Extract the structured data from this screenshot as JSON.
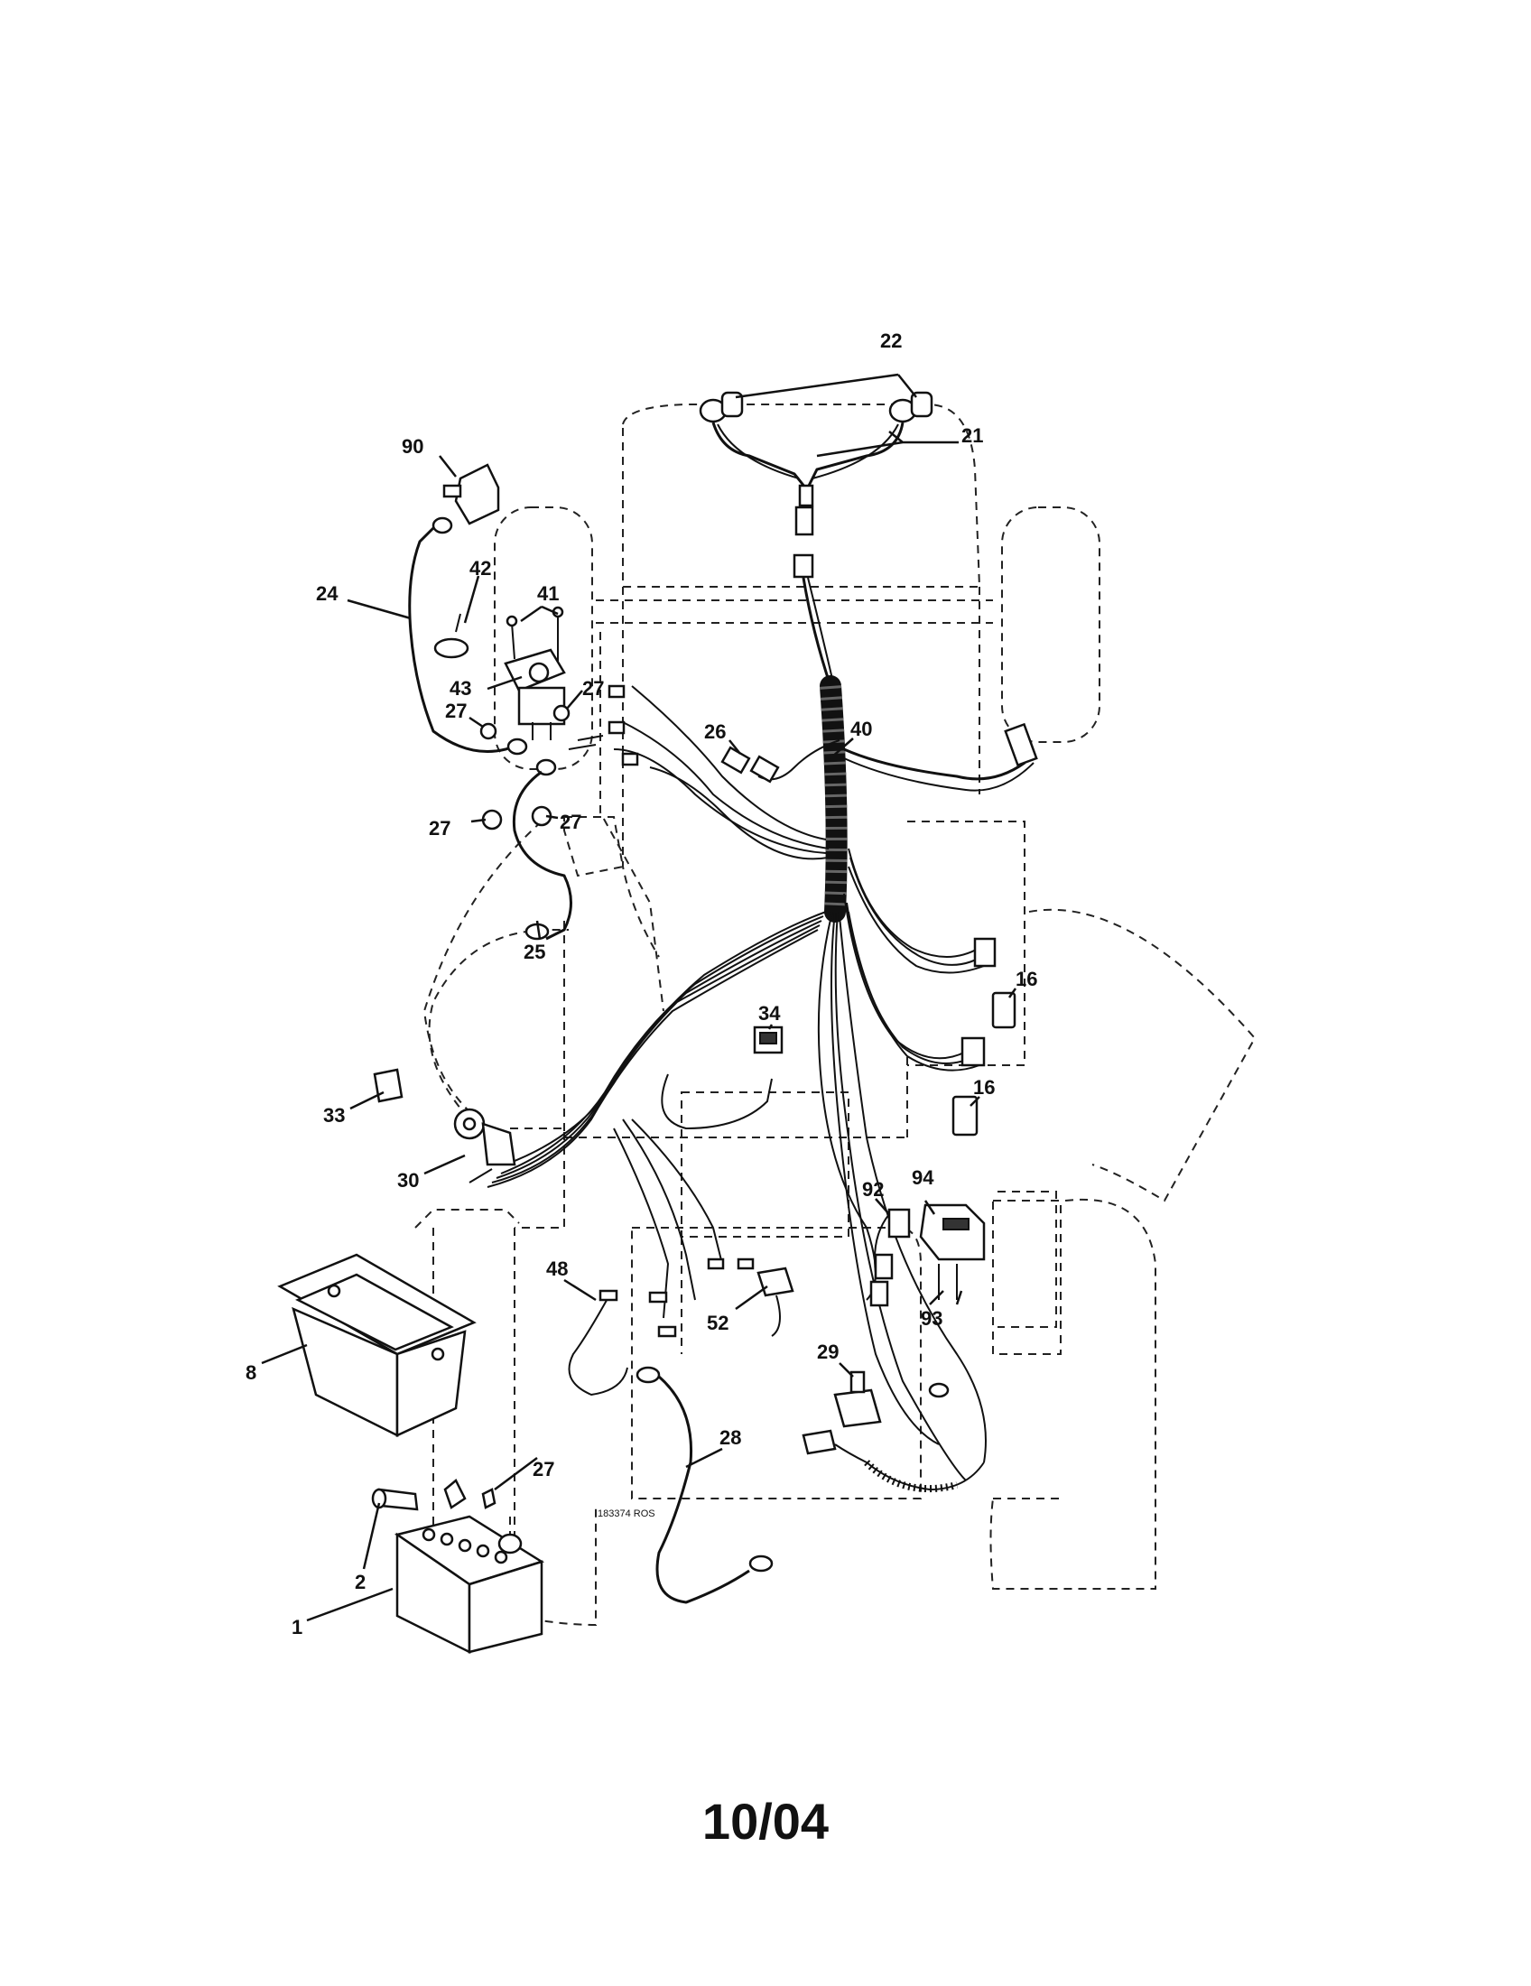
{
  "drawing_number": "183374 ROS",
  "date_code": "10/04",
  "callouts": [
    {
      "id": "c22",
      "label": "22"
    },
    {
      "id": "c21",
      "label": "21"
    },
    {
      "id": "c90",
      "label": "90"
    },
    {
      "id": "c24",
      "label": "24"
    },
    {
      "id": "c42",
      "label": "42"
    },
    {
      "id": "c41",
      "label": "41"
    },
    {
      "id": "c43",
      "label": "43"
    },
    {
      "id": "c27a",
      "label": "27"
    },
    {
      "id": "c27b",
      "label": "27"
    },
    {
      "id": "c27c",
      "label": "27"
    },
    {
      "id": "c27d",
      "label": "27"
    },
    {
      "id": "c27e",
      "label": "27"
    },
    {
      "id": "c26",
      "label": "26"
    },
    {
      "id": "c40",
      "label": "40"
    },
    {
      "id": "c25",
      "label": "25"
    },
    {
      "id": "c16a",
      "label": "16"
    },
    {
      "id": "c16b",
      "label": "16"
    },
    {
      "id": "c34",
      "label": "34"
    },
    {
      "id": "c33",
      "label": "33"
    },
    {
      "id": "c30",
      "label": "30"
    },
    {
      "id": "c92",
      "label": "92"
    },
    {
      "id": "c94",
      "label": "94"
    },
    {
      "id": "c93",
      "label": "93"
    },
    {
      "id": "c48",
      "label": "48"
    },
    {
      "id": "c52",
      "label": "52"
    },
    {
      "id": "c29",
      "label": "29"
    },
    {
      "id": "c8",
      "label": "8"
    },
    {
      "id": "c28",
      "label": "28"
    },
    {
      "id": "c2",
      "label": "2"
    },
    {
      "id": "c1",
      "label": "1"
    }
  ]
}
